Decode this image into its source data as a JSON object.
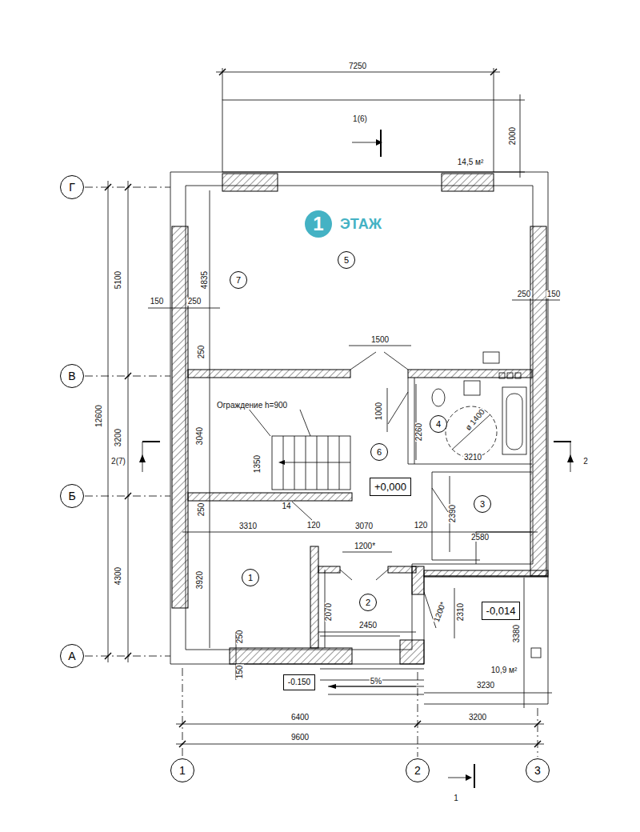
{
  "diagram": {
    "nodes": [
      {
        "text": [
          "Г"
        ]
      },
      {
        "text": [
          "1",
          "ЭТАЖ"
        ]
      },
      {
        "text": [
          "5"
        ]
      },
      {
        "text": [
          "В"
        ]
      },
      {
        "text": [
          "4"
        ]
      },
      {
        "text": [
          "7"
        ]
      },
      {
        "text": [
          "6"
        ]
      },
      {
        "text": [
          "+0,000"
        ]
      },
      {
        "text": [
          "Б"
        ]
      },
      {
        "text": [
          "3"
        ]
      },
      {
        "text": [
          "1"
        ]
      },
      {
        "text": [
          "2"
        ]
      },
      {
        "text": [
          "-0,014"
        ]
      },
      {
        "text": [
          "А"
        ]
      },
      {
        "text": [
          "-0.150"
        ]
      },
      {
        "text": [
          "1"
        ]
      },
      {
        "text": [
          "2"
        ]
      },
      {
        "text": [
          "3"
        ]
      }
    ],
    "labels": [
      "7250",
      "1(6)",
      "2000",
      "14,5 м²",
      "5100",
      "4835",
      "150",
      "250",
      "250",
      "150",
      "250",
      "12600",
      "3200",
      "3040",
      "Ограждение h=900",
      "1350",
      "1500",
      "1000",
      "2260",
      "ø 1400",
      "3210",
      "2390",
      "2580",
      "250",
      "3310",
      "120",
      "3070",
      "120",
      "1200*",
      "2070",
      "2450",
      "1200*",
      "2310",
      "3380",
      "10,9 м²",
      "3230",
      "4300",
      "3920",
      "250",
      "150",
      "5%",
      "6400",
      "3200",
      "9600",
      "2(7)",
      "2",
      "1",
      "14"
    ]
  }
}
